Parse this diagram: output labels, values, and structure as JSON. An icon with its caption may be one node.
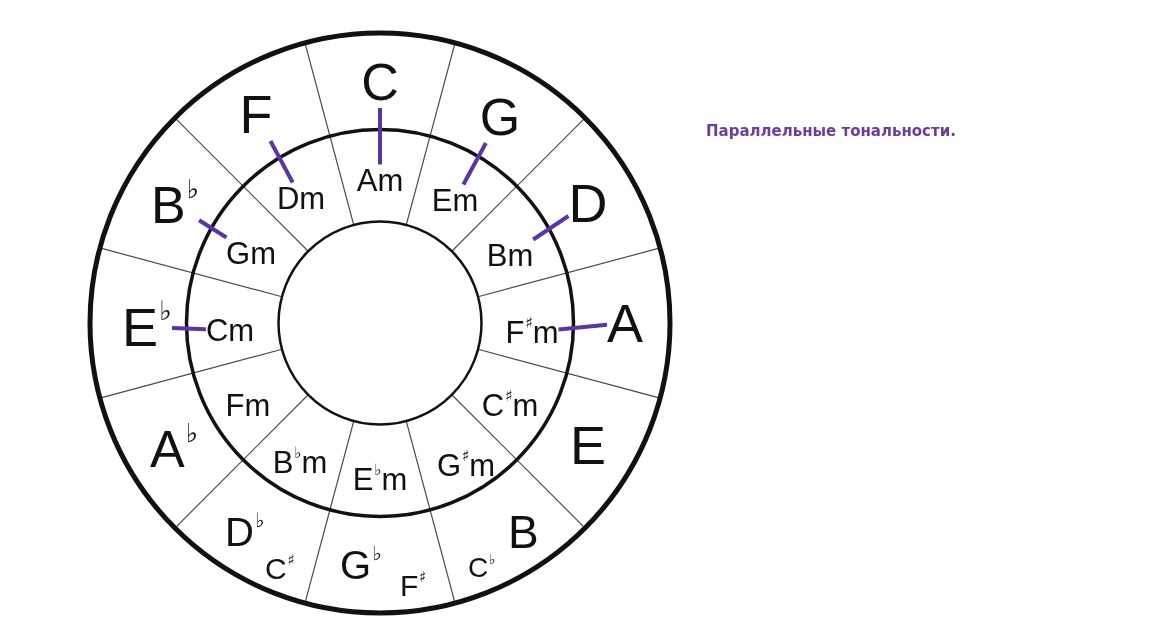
{
  "diagram": {
    "title": "Параллельные тональности.",
    "nodes": [
      {
        "text": [
          "C"
        ]
      },
      {
        "text": [
          "G"
        ]
      },
      {
        "text": [
          "D"
        ]
      },
      {
        "text": [
          "A"
        ]
      },
      {
        "text": [
          "E"
        ]
      },
      {
        "text": [
          "B",
          "C$^{♭}$"
        ]
      },
      {
        "text": [
          "G$^{♭}$",
          "F$^{♯}$"
        ]
      },
      {
        "text": [
          "D$^{♭}$",
          "C$^{♯}$"
        ]
      },
      {
        "text": [
          "A$^{♭}$"
        ]
      },
      {
        "text": [
          "E$^{♭}$"
        ]
      },
      {
        "text": [
          "B$^{♭}$"
        ]
      },
      {
        "text": [
          "F"
        ]
      },
      {
        "text": [
          "Am"
        ]
      },
      {
        "text": [
          "Em"
        ]
      },
      {
        "text": [
          "Bm"
        ]
      },
      {
        "text": [
          "F$^{♯}$m"
        ]
      },
      {
        "text": [
          "C$^{♯}$m"
        ]
      },
      {
        "text": [
          "G$^{♯}$m"
        ]
      },
      {
        "text": [
          "E$^{♭}$m"
        ]
      },
      {
        "text": [
          "B$^{♭}$m"
        ]
      },
      {
        "text": [
          "Fm"
        ]
      },
      {
        "text": [
          "Cm"
        ]
      },
      {
        "text": [
          "Gm"
        ]
      },
      {
        "text": [
          "Dm"
        ]
      }
    ],
    "edges": [
      {
        "from": 0,
        "to": 12,
        "arrow": "none"
      },
      {
        "from": 1,
        "to": 13,
        "arrow": "none"
      },
      {
        "from": 2,
        "to": 14,
        "arrow": "none"
      },
      {
        "from": 3,
        "to": 15,
        "arrow": "none"
      },
      {
        "from": 9,
        "to": 21,
        "arrow": "none"
      },
      {
        "from": 10,
        "to": 22,
        "arrow": "none"
      },
      {
        "from": 11,
        "to": 23,
        "arrow": "none"
      }
    ]
  }
}
